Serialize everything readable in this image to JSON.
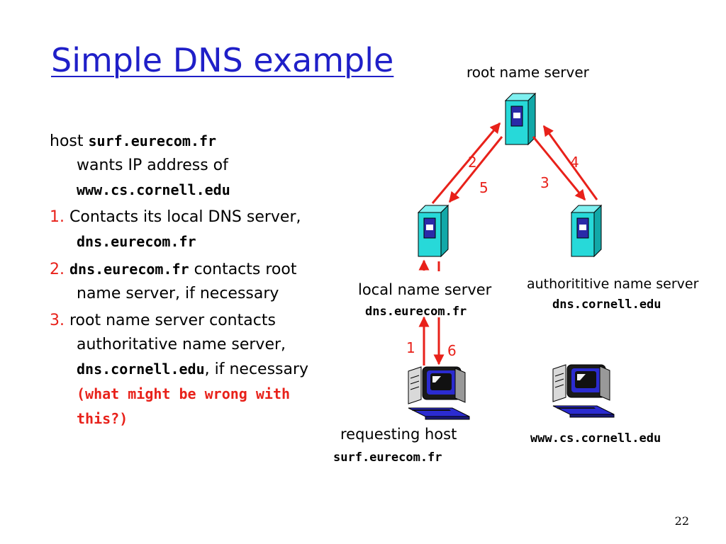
{
  "title": "Simple DNS example",
  "bullets": {
    "intro": {
      "text1": "host ",
      "host": "surf.eurecom.fr",
      "text2": "wants IP address of",
      "target": "www.cs.cornell.edu"
    },
    "step1": {
      "num": "1.",
      "text1": "Contacts its local DNS server, ",
      "server": "dns.eurecom.fr"
    },
    "step2": {
      "num": "2.",
      "server": "dns.eurecom.fr",
      "text1": " contacts root name server, if necessary"
    },
    "step3": {
      "num": "3.",
      "text1": "root name server contacts authoritative name server, ",
      "server": "dns.cornell.edu",
      "text2": ", if necessary ",
      "question": "(what might be wrong with this?)"
    }
  },
  "diagram": {
    "root_label": "root name server",
    "local_label": "local name server",
    "local_host": "dns.eurecom.fr",
    "auth_label": "authorititive name server",
    "auth_host": "dns.cornell.edu",
    "requesting_label": "requesting host",
    "requesting_host": "surf.eurecom.fr",
    "target_host": "www.cs.cornell.edu",
    "arrow_nums": [
      "1",
      "2",
      "3",
      "4",
      "5",
      "6"
    ]
  },
  "page_number": "22",
  "colors": {
    "title": "#1f1fc8",
    "accent_red": "#e8211a",
    "server_body": "#27d9d9",
    "server_panel": "#2a2aa8"
  }
}
